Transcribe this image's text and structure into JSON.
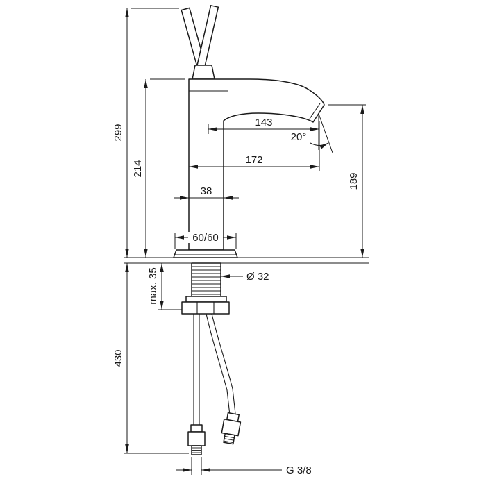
{
  "drawing": {
    "title": "Basin mixer technical dimension drawing",
    "subject": "single-lever faucet, front elevation with mounting shank, nut and supply hoses",
    "colors": {
      "line": "#1a1a1a",
      "background": "#ffffff"
    },
    "dimensions": {
      "overall_height": "299",
      "body_height": "214",
      "spout_reach": "143",
      "spray_angle": "20°",
      "outlet_reach": "172",
      "body_width": "38",
      "outlet_height": "189",
      "base_footprint": "60/60",
      "shank_diameter": "Ø 32",
      "max_mounting_thickness": "max. 35",
      "hose_length": "430",
      "connection_thread": "G 3/8"
    }
  }
}
